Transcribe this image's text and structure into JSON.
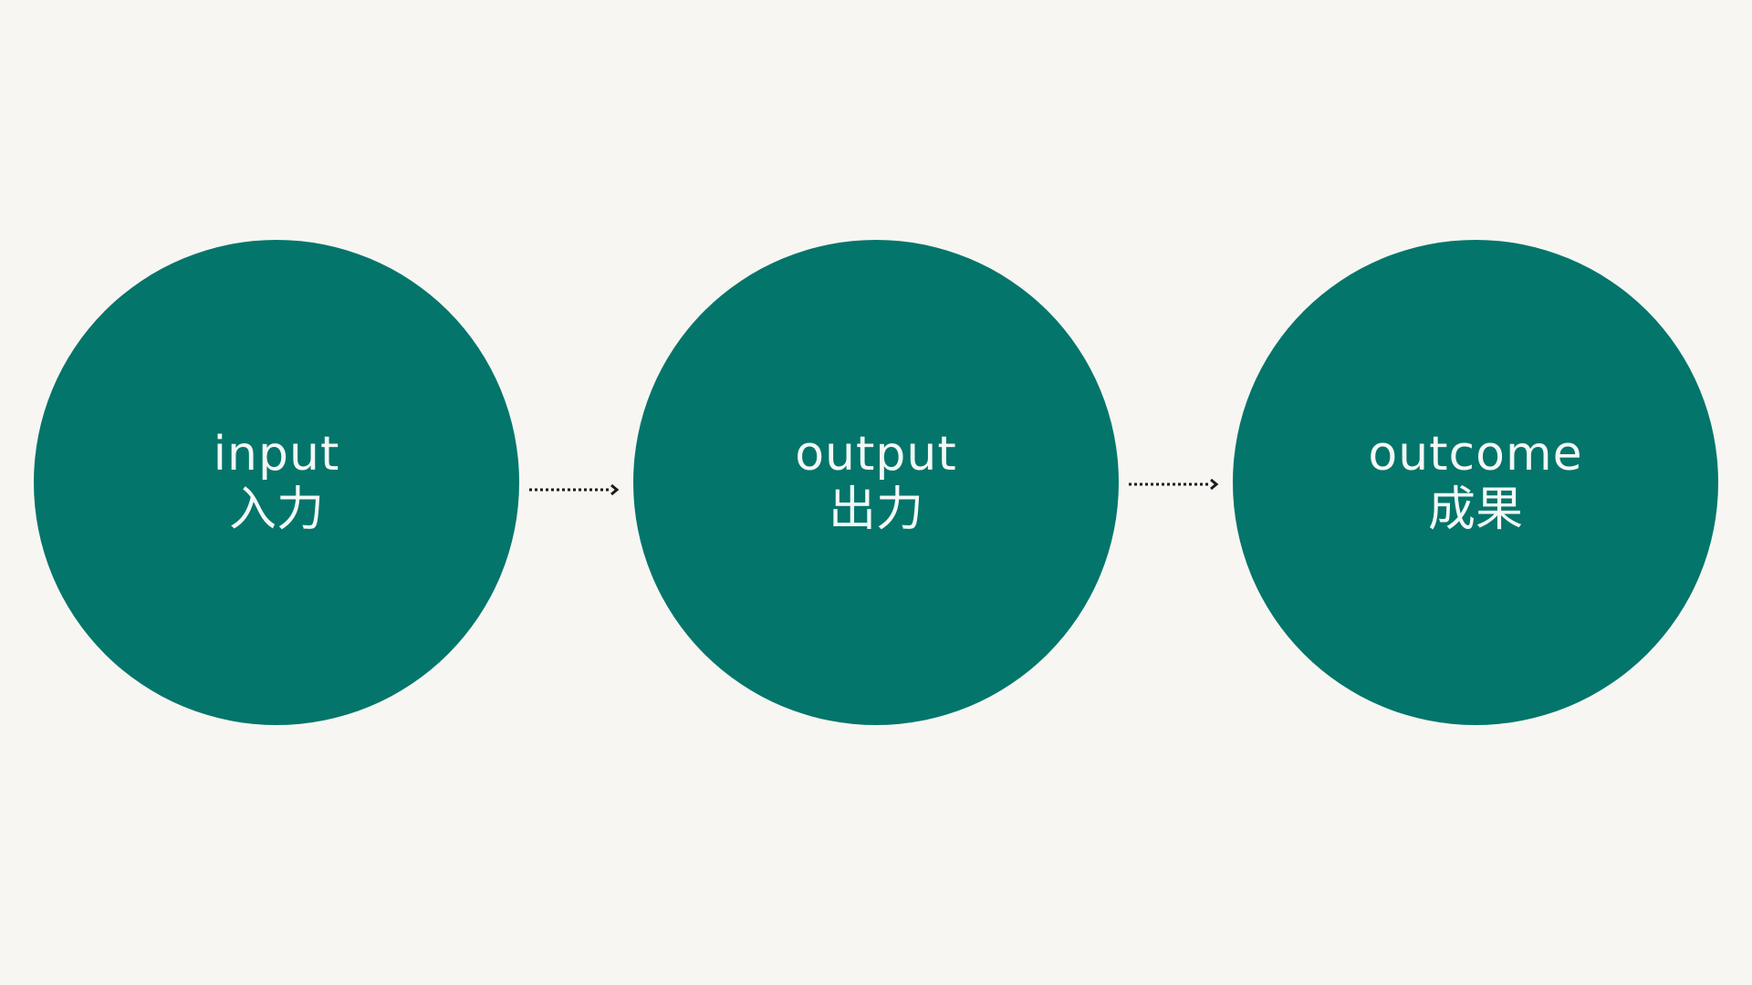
{
  "diagram": {
    "nodes": [
      {
        "en": "input",
        "ja": "入力"
      },
      {
        "en": "output",
        "ja": "出力"
      },
      {
        "en": "outcome",
        "ja": "成果"
      }
    ],
    "edges": [
      {
        "from": 0,
        "to": 1,
        "style": "dotted-arrow"
      },
      {
        "from": 1,
        "to": 2,
        "style": "dotted-arrow"
      }
    ]
  },
  "colors": {
    "background": "#f7f6f2",
    "node_fill": "#03756b",
    "node_text": "#f4f8f6",
    "arrow": "#1a1a1a"
  }
}
